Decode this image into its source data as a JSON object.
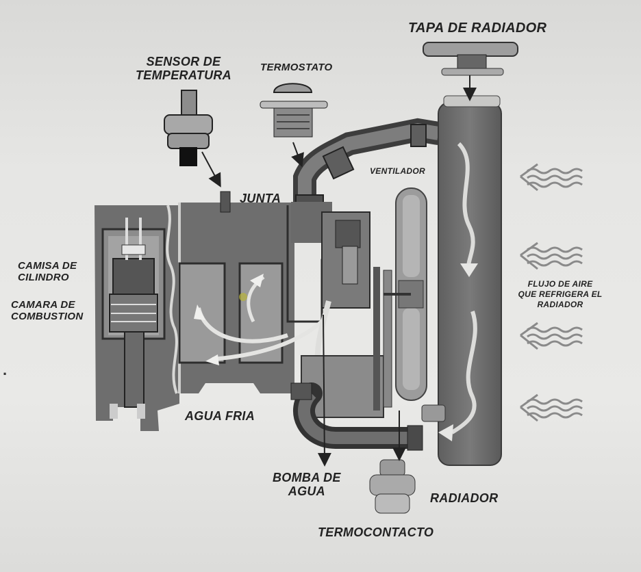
{
  "labels": {
    "tapa": "TAPA DE RADIADOR",
    "sensor": "SENSOR DE\nTEMPERATURA",
    "termostato": "TERMOSTATO",
    "ventilador": "VENTILADOR",
    "junta": "JUNTA",
    "camisa": "CAMISA DE\nCILINDRO",
    "camara": "CAMARA DE\nCOMBUSTION",
    "flujo": "FLUJO DE AIRE\nQUE REFRIGERA  EL\nRADIADOR",
    "agua_fria": "AGUA FRIA",
    "bomba": "BOMBA DE\nAGUA",
    "radiador": "RADIADOR",
    "termocontacto": "TERMOCONTACTO"
  },
  "colors": {
    "body": "#6b6b6b",
    "dark": "#3a3a3a",
    "light": "#b9b9b7",
    "paper": "#e6e6e4"
  }
}
